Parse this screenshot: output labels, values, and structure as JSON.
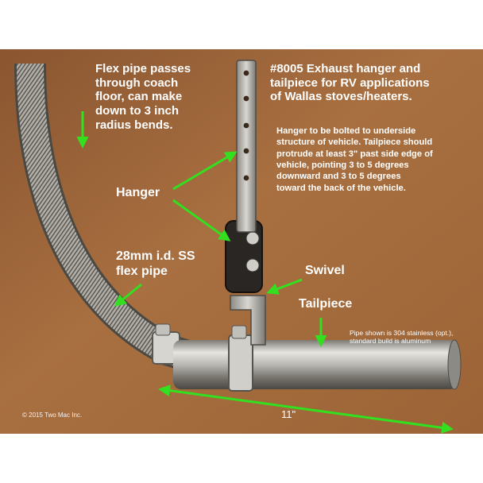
{
  "labels": {
    "flex_note": [
      "Flex pipe passes",
      "through coach",
      "floor, can make",
      "down to 3 inch",
      "radius bends."
    ],
    "title": [
      "#8005 Exhaust hanger and",
      "tailpiece for RV applications",
      "of Wallas stoves/heaters."
    ],
    "instructions": [
      "Hanger to be bolted to underside",
      "structure of vehicle. Tailpiece should",
      "protrude at least 3\" past side edge of",
      "vehicle, pointing 3 to 5 degrees",
      "downward and 3 to 5 degrees",
      "toward the back of the vehicle."
    ],
    "hanger": "Hanger",
    "flex_pipe": [
      "28mm i.d. SS",
      "flex pipe"
    ],
    "swivel": "Swivel",
    "tailpiece": "Tailpiece",
    "pipe_note": [
      "Pipe shown is 304 stainless (opt.),",
      "standard build is aluminum"
    ],
    "length": "11\"",
    "copyright": "© 2015 Two Mac Inc."
  },
  "colors": {
    "background": "#a0683a",
    "arrow": "#33e01f",
    "text": "#ffffff",
    "steel": "#c9c9c6"
  }
}
